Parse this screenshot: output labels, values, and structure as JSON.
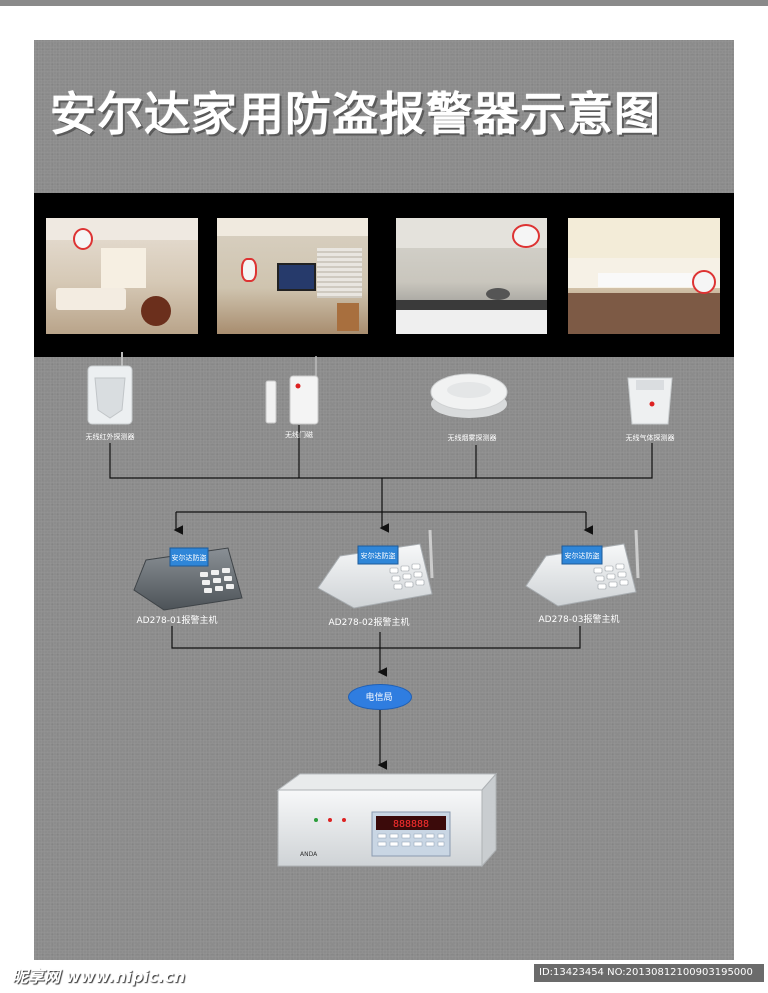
{
  "title": "安尔达家用防盗报警器示意图",
  "detectors": [
    {
      "label": "无线红外探测器",
      "icon": "pir-sensor-icon"
    },
    {
      "label": "无线门磁",
      "icon": "door-magnet-icon"
    },
    {
      "label": "无线烟雾探测器",
      "icon": "smoke-detector-icon"
    },
    {
      "label": "无线气体探测器",
      "icon": "gas-detector-icon"
    }
  ],
  "hosts": [
    {
      "label": "AD278-01报警主机",
      "color": "#6e7378",
      "screen_text": "安尔达防盗"
    },
    {
      "label": "AD278-02报警主机",
      "color": "#e6e8ea",
      "screen_text": "安尔达防盗"
    },
    {
      "label": "AD278-03报警主机",
      "color": "#eceeef",
      "screen_text": "安尔达防盗"
    }
  ],
  "hub": {
    "label": "电信局",
    "color": "#2f7de0"
  },
  "receiver": {
    "display": "888888",
    "brand": "ANDA"
  },
  "watermark": {
    "site": "昵享网 www.nipic.cn",
    "id_line": "ID:13423454 NO:20130812100903195000"
  },
  "colors": {
    "background": "#8c8c8c",
    "strip": "#000000",
    "line": "#111111"
  }
}
